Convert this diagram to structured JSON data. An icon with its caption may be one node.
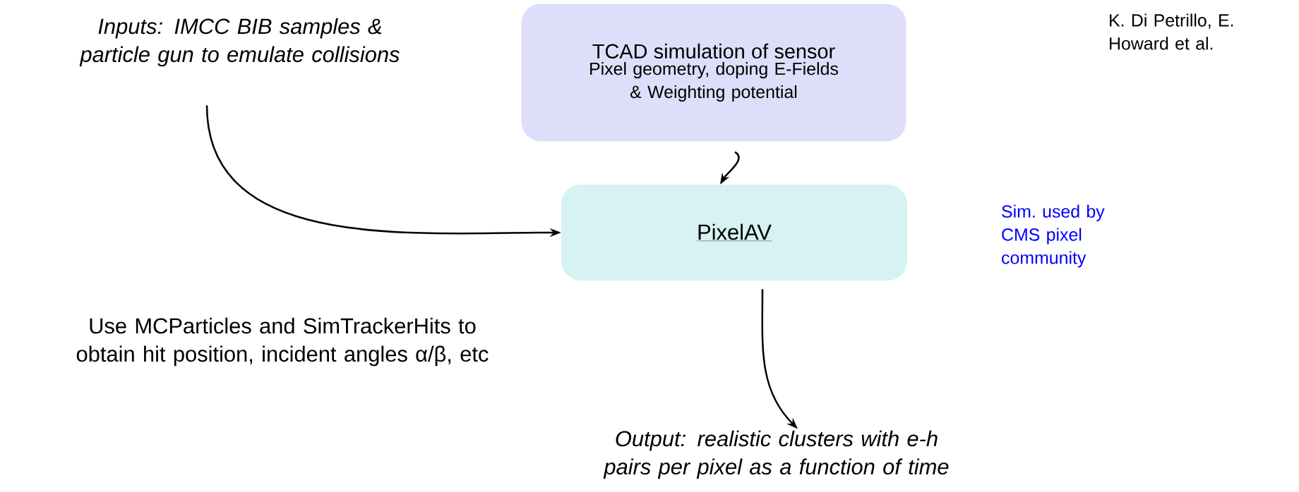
{
  "diagram": {
    "nodes": [
      {
        "text": [
          "Inputs: IMCC BIB samples & particle gun to emulate collisions"
        ]
      },
      {
        "text": [
          "TCAD simulation of sensor",
          "Pixel geometry, doping E-Fields & Weighting potential"
        ]
      },
      {
        "text": [
          "PixelAV"
        ]
      },
      {
        "text": [
          "Output: realistic clusters with e-h pairs per pixel as a function of time"
        ]
      }
    ],
    "edges": [
      {
        "from": 0,
        "to": 2,
        "arrow": "to"
      },
      {
        "from": 1,
        "to": 2,
        "arrow": "to"
      },
      {
        "from": 2,
        "to": 3,
        "arrow": "to"
      }
    ],
    "labels": [
      "K. Di Petrillo, E. Howard et al.",
      "Sim. used by CMS pixel community",
      "Use MCParticles and SimTrackerHits to obtain hit position, incident angles α/β, etc"
    ]
  }
}
